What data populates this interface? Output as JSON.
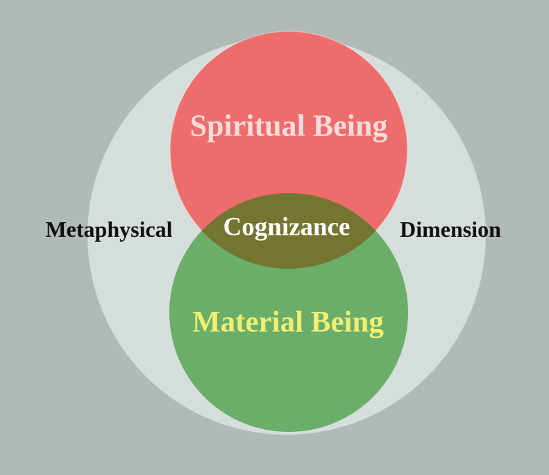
{
  "diagram": {
    "colors": {
      "background": "#b1bab6",
      "outer_circle": "#d6dedb",
      "spiritual_circle": "#ec6d6c",
      "material_circle": "#6aae6a",
      "overlap": "#757532",
      "spiritual_text": "#f7dada",
      "material_text": "#f1ee72",
      "cognizance_text": "#ffffff",
      "side_text": "#111111"
    },
    "labels": {
      "spiritual": "Spiritual Being",
      "material": "Material Being",
      "overlap": "Cognizance",
      "left": "Metaphysical",
      "right": "Dimension"
    }
  }
}
